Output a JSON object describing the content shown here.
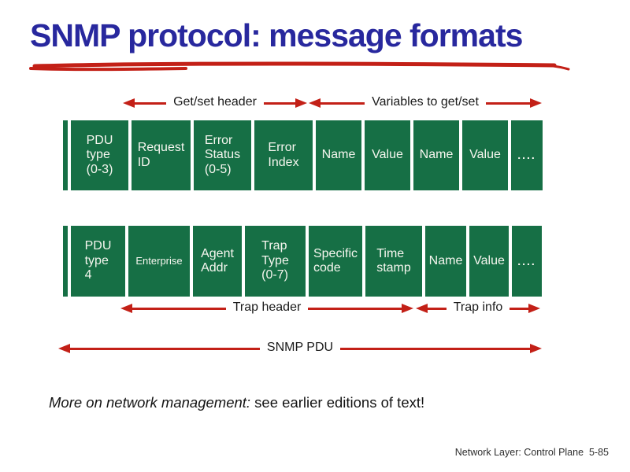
{
  "title": "SNMP protocol: message formats",
  "colors": {
    "title_blue": "#28289E",
    "box_green": "#166F45",
    "arrow_red": "#C32017"
  },
  "arrows": {
    "get_set_header": "Get/set header",
    "variables_to_get_set": "Variables to get/set",
    "trap_header": "Trap header",
    "trap_info": "Trap info",
    "snmp_pdu": "SNMP PDU"
  },
  "row1": {
    "cells": [
      "PDU\ntype\n(0-3)",
      "Request\nID",
      "Error\nStatus\n(0-5)",
      "Error\nIndex",
      "Name",
      "Value",
      "Name",
      "Value",
      "...."
    ]
  },
  "row2": {
    "cells": [
      "PDU\ntype\n4",
      "Enterprise",
      "Agent\nAddr",
      "Trap\nType\n(0-7)",
      "Specific\ncode",
      "Time\nstamp",
      "Name",
      "Value",
      "...."
    ]
  },
  "note": {
    "italic": "More on network management:",
    "regular": " see earlier editions of text!"
  },
  "footer": "Network Layer: Control Plane  5-85"
}
